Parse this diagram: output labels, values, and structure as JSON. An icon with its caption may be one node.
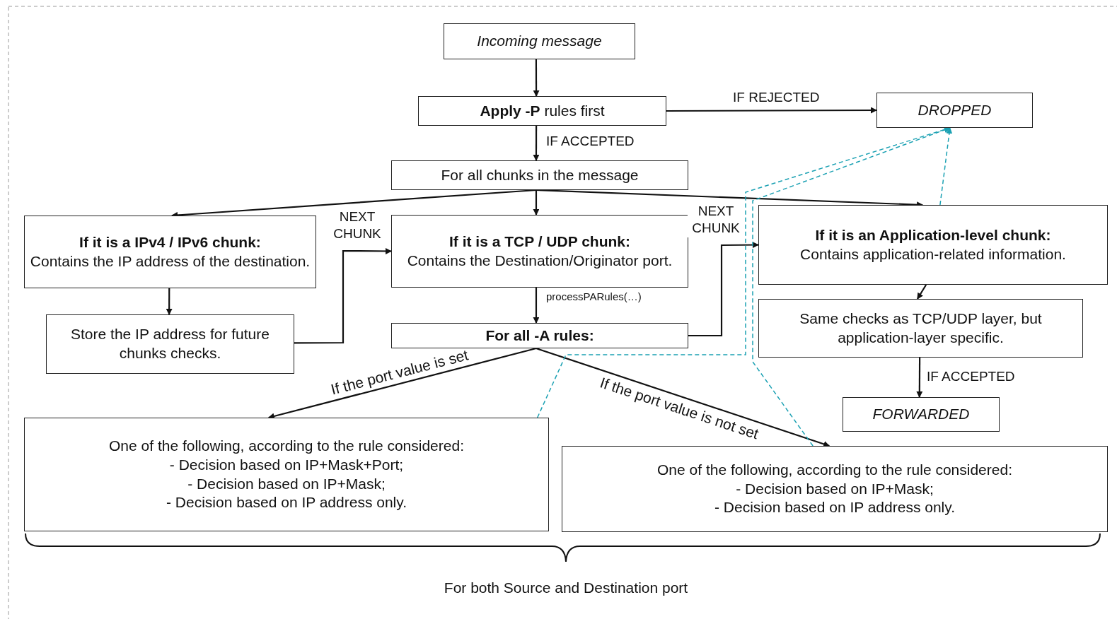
{
  "diagram": {
    "nodes": [
      {
        "text": [
          "Incoming message"
        ]
      },
      {
        "text": [
          "**Apply -P** rules first"
        ]
      },
      {
        "text": [
          "DROPPED"
        ]
      },
      {
        "text": [
          "For all chunks in the message"
        ]
      },
      {
        "text": [
          "If it is a IPv4 / IPv6 chunk:",
          "Contains the IP address of the destination."
        ]
      },
      {
        "text": [
          "If it is a TCP / UDP chunk:",
          "Contains the Destination/Originator port."
        ]
      },
      {
        "text": [
          "If it is an Application-level chunk:",
          "Contains application-related information."
        ]
      },
      {
        "text": [
          "Store the IP address for future chunks checks."
        ]
      },
      {
        "text": [
          "For all -A rules:"
        ]
      },
      {
        "text": [
          "Same checks as TCP/UDP layer, but application-layer specific."
        ]
      },
      {
        "text": [
          "FORWARDED"
        ]
      },
      {
        "text": [
          "One of the following, according to the rule considered:",
          "- Decision based on IP+Mask+Port;",
          "- Decision based on IP+Mask;",
          "- Decision based on IP address only."
        ]
      },
      {
        "text": [
          "One of the following, according to the rule considered:",
          "- Decision based on IP+Mask;",
          "- Decision based on IP address only."
        ]
      }
    ],
    "edges": [
      {
        "from": 0,
        "to": 1,
        "arrow": "to"
      },
      {
        "from": 1,
        "to": 2,
        "arrow": "to",
        "label": "IF REJECTED"
      },
      {
        "from": 1,
        "to": 3,
        "arrow": "to",
        "label": "IF ACCEPTED"
      },
      {
        "from": 3,
        "to": 4,
        "arrow": "to"
      },
      {
        "from": 3,
        "to": 5,
        "arrow": "to"
      },
      {
        "from": 3,
        "to": 6,
        "arrow": "to"
      },
      {
        "from": 4,
        "to": 7,
        "arrow": "to"
      },
      {
        "from": 7,
        "to": 5,
        "arrow": "to",
        "label": "NEXT CHUNK"
      },
      {
        "from": 5,
        "to": 8,
        "arrow": "to",
        "label": "processPARules(…)"
      },
      {
        "from": 8,
        "to": 6,
        "arrow": "to",
        "label": "NEXT CHUNK"
      },
      {
        "from": 6,
        "to": 9,
        "arrow": "to"
      },
      {
        "from": 9,
        "to": 10,
        "arrow": "to",
        "label": "IF ACCEPTED"
      },
      {
        "from": 8,
        "to": 11,
        "arrow": "to",
        "label": "If the port value is set"
      },
      {
        "from": 8,
        "to": 12,
        "arrow": "to",
        "label": "If the port value is not set"
      },
      {
        "from": 11,
        "to": 2,
        "arrow": "to",
        "style": "dashed",
        "color": "#1ba1b3"
      },
      {
        "from": 12,
        "to": 2,
        "arrow": "to",
        "style": "dashed",
        "color": "#1ba1b3"
      },
      {
        "from": 6,
        "to": 2,
        "arrow": "to",
        "style": "dashed",
        "color": "#1ba1b3"
      }
    ],
    "labels": [
      "For both Source and Destination port"
    ]
  }
}
